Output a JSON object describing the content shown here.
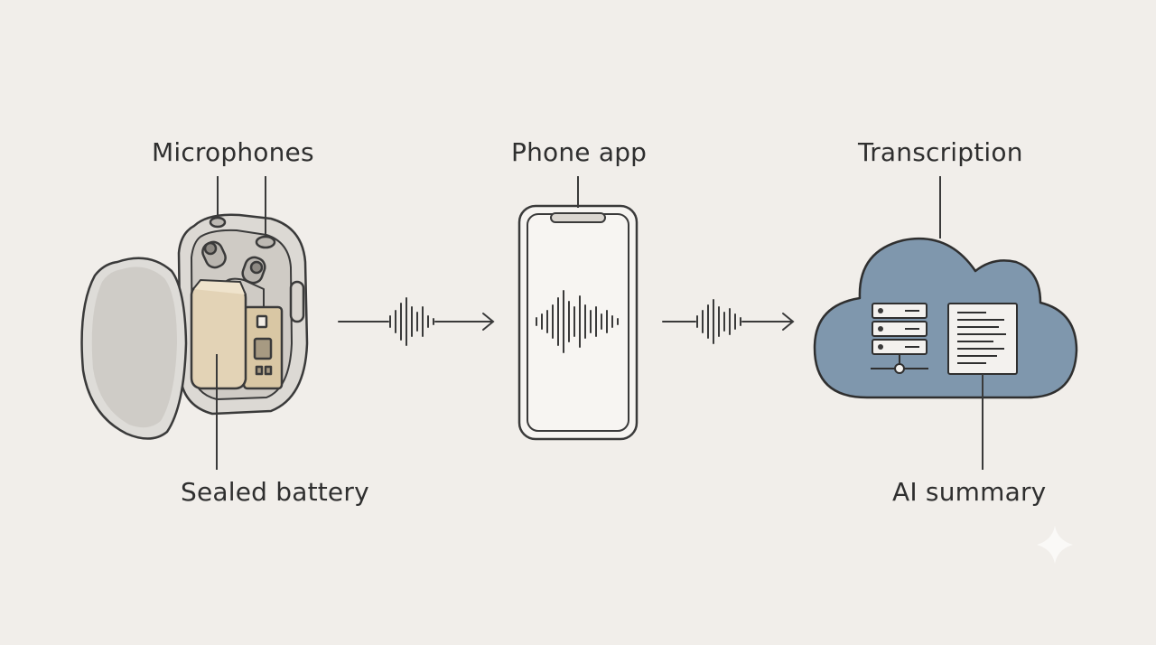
{
  "labels": {
    "microphones": "Microphones",
    "phone_app": "Phone app",
    "transcription": "Transcription",
    "sealed_battery": "Sealed battery",
    "ai_summary": "AI summary"
  },
  "icons": {
    "device": "recorder-device-icon",
    "phone": "smartphone-icon",
    "cloud": "cloud-icon",
    "server": "server-icon",
    "document": "document-icon",
    "waveform": "audio-waveform-icon",
    "arrow": "arrow-right-icon",
    "watermark": "sparkle-icon"
  },
  "colors": {
    "background": "#f1eeea",
    "stroke": "#3a3a3a",
    "cloud_fill": "#7f97ad",
    "battery_fill": "#e3d3b6",
    "shell_fill": "#dcd9d4"
  }
}
